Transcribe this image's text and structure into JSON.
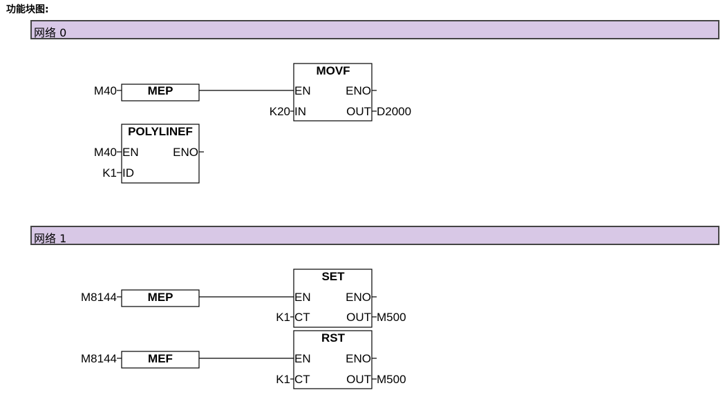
{
  "header": {
    "title": "功能块图:"
  },
  "networks": [
    {
      "label": "网络 0",
      "contacts": [
        {
          "input": "M40",
          "name": "MEP"
        }
      ],
      "blocks": [
        {
          "name": "MOVF",
          "pins_left": [
            "EN",
            "IN"
          ],
          "pins_right": [
            "ENO",
            "OUT"
          ],
          "wires_left": [
            "",
            "K20"
          ],
          "wires_right": [
            "",
            "D2000"
          ]
        },
        {
          "name": "POLYLINEF",
          "pins_left": [
            "EN",
            "ID"
          ],
          "pins_right": [
            "ENO"
          ],
          "wires_left": [
            "M40",
            "K1"
          ],
          "wires_right": [
            ""
          ]
        }
      ]
    },
    {
      "label": "网络 1",
      "contacts": [
        {
          "input": "M8144",
          "name": "MEP"
        },
        {
          "input": "M8144",
          "name": "MEF"
        }
      ],
      "blocks": [
        {
          "name": "SET",
          "pins_left": [
            "EN",
            "CT"
          ],
          "pins_right": [
            "ENO",
            "OUT"
          ],
          "wires_left": [
            "",
            "K1"
          ],
          "wires_right": [
            "",
            "M500"
          ]
        },
        {
          "name": "RST",
          "pins_left": [
            "EN",
            "CT"
          ],
          "pins_right": [
            "ENO",
            "OUT"
          ],
          "wires_left": [
            "",
            "K1"
          ],
          "wires_right": [
            "",
            "M500"
          ]
        }
      ]
    }
  ],
  "colors": {
    "header_bg": "#d8c8e6",
    "line": "#000000",
    "header_border": "#444444"
  }
}
